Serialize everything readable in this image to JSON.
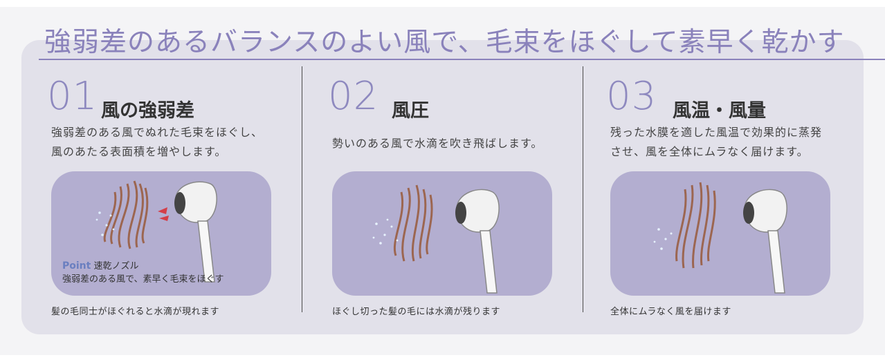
{
  "headline": "強弱差のあるバランスのよい風で、毛束をほぐして素早く乾かす",
  "features": [
    {
      "number": "01",
      "title": "風の強弱差",
      "desc_line1": "強弱差のある風でぬれた毛束をほぐし、",
      "desc_line2": "風のあたる表面積を増やします。",
      "point_label": "Point",
      "point_title": "速乾ノズル",
      "point_text": "強弱差のある風で、素早く毛束をほぐす",
      "caption": "髪の毛同士がほぐれると水滴が現れます"
    },
    {
      "number": "02",
      "title": "風圧",
      "desc_line1": "勢いのある風で水滴を吹き飛ばします。",
      "caption": "ほぐし切った髪の毛には水滴が残ります"
    },
    {
      "number": "03",
      "title": "風温・風量",
      "desc_line1": "残った水膜を適した風温で効果的に蒸発",
      "desc_line2": "させ、風を全体にムラなく届けます。",
      "caption": "全体にムラなく風を届けます"
    }
  ],
  "colors": {
    "accent": "#8a82bb",
    "panel": "#e2e1ea",
    "illustration_bg": "#b3aed0",
    "hair": "#a0674a",
    "arrow": "#d8323a",
    "droplet": "#cfe4ff"
  }
}
